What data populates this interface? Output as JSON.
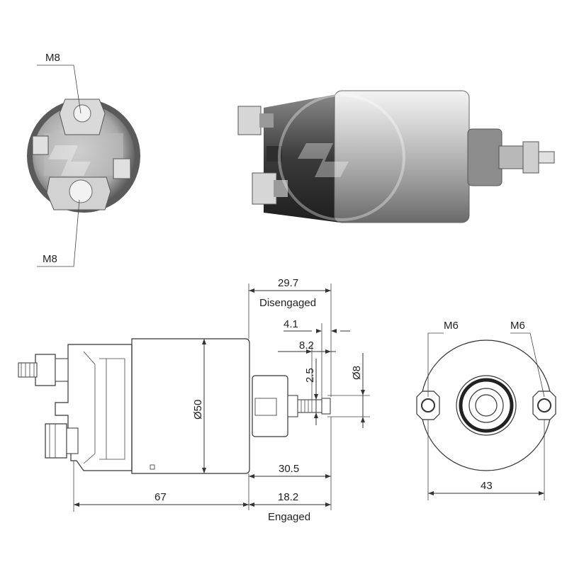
{
  "labels": {
    "front_top": "M8",
    "front_bottom": "M8",
    "top_overall": "29.7",
    "disengaged": "Disengaged",
    "d4_1": "4.1",
    "d8_2": "8.2",
    "d2_5": "2.5",
    "dia8": "Ø8",
    "dia50": "Ø50",
    "d30_5": "30.5",
    "d67": "67",
    "d18_2": "18.2",
    "engaged": "Engaged",
    "rear_left": "M6",
    "rear_right": "M6",
    "d43": "43"
  },
  "colors": {
    "line": "#333333",
    "metal_light": "#d8d8d8",
    "metal_dark": "#6f6f6f",
    "plastic_dark": "#3a3a3a"
  }
}
